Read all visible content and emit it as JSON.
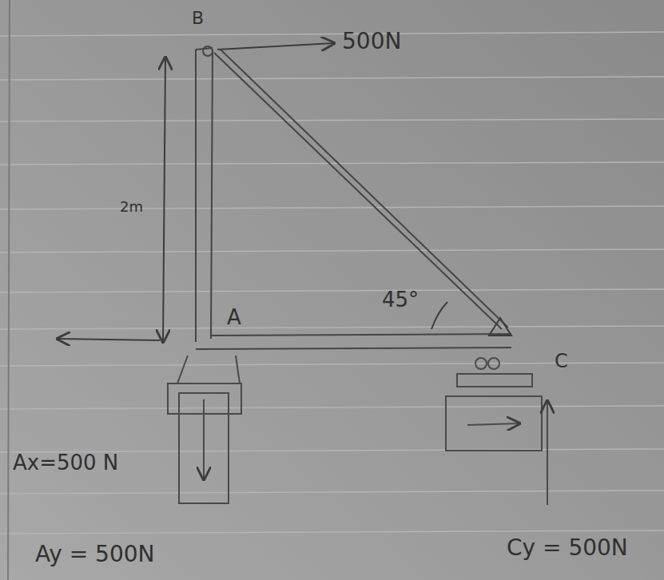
{
  "diagram": {
    "labels": [
      "B",
      "500N",
      "2m",
      "A",
      "45°",
      "C",
      "Ax=500 N",
      "Ay = 500N",
      "Cy = 500N"
    ]
  }
}
